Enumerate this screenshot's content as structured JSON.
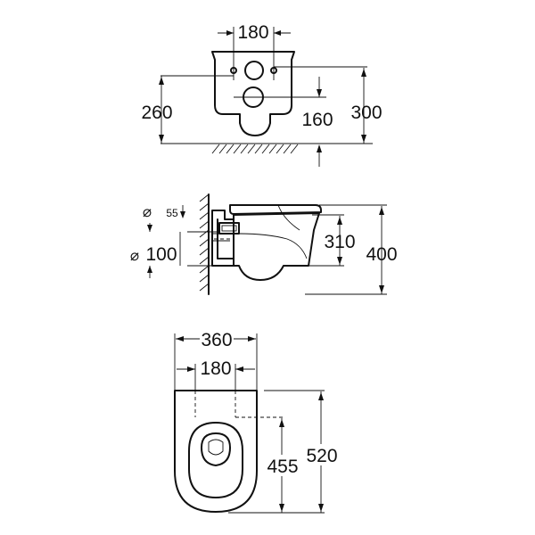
{
  "top_view": {
    "width_label": "180",
    "total_height_label": "260",
    "center_height_label": "160",
    "floor_height_label": "300"
  },
  "side_view": {
    "small_dia_label": "55",
    "small_dia_symbol": "⌀",
    "large_dia_symbol": "⌀",
    "large_dia_label": "100",
    "bowl_height_label": "310",
    "total_height_label": "400"
  },
  "plan_view": {
    "overall_width_label": "360",
    "inner_width_label": "180",
    "bolt_to_front_label": "455",
    "overall_length_label": "520"
  }
}
